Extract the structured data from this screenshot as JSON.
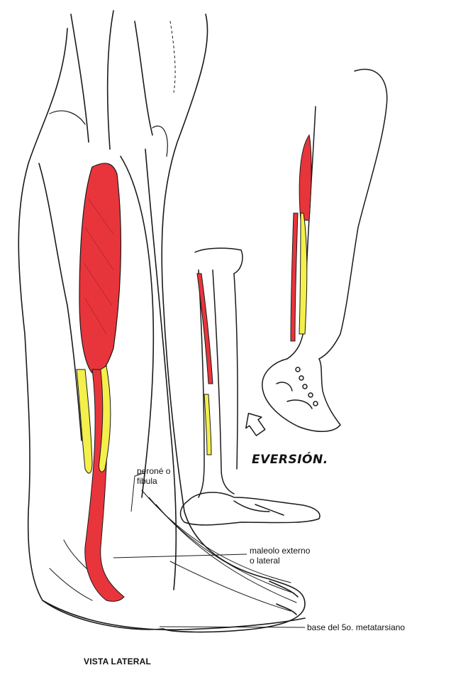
{
  "labels": {
    "perone": [
      "peroné o",
      "fibula"
    ],
    "maleolo": [
      "maleolo externo",
      "o lateral"
    ],
    "base_metatarsiano": "base del 5o. metatarsiano",
    "vista_lateral": "VISTA LATERAL",
    "eversion": "EVERSIÓN."
  },
  "colors": {
    "muscle_red": "#e8353b",
    "tendon_yellow": "#f4ef4a",
    "ink": "#1a1a1a"
  }
}
